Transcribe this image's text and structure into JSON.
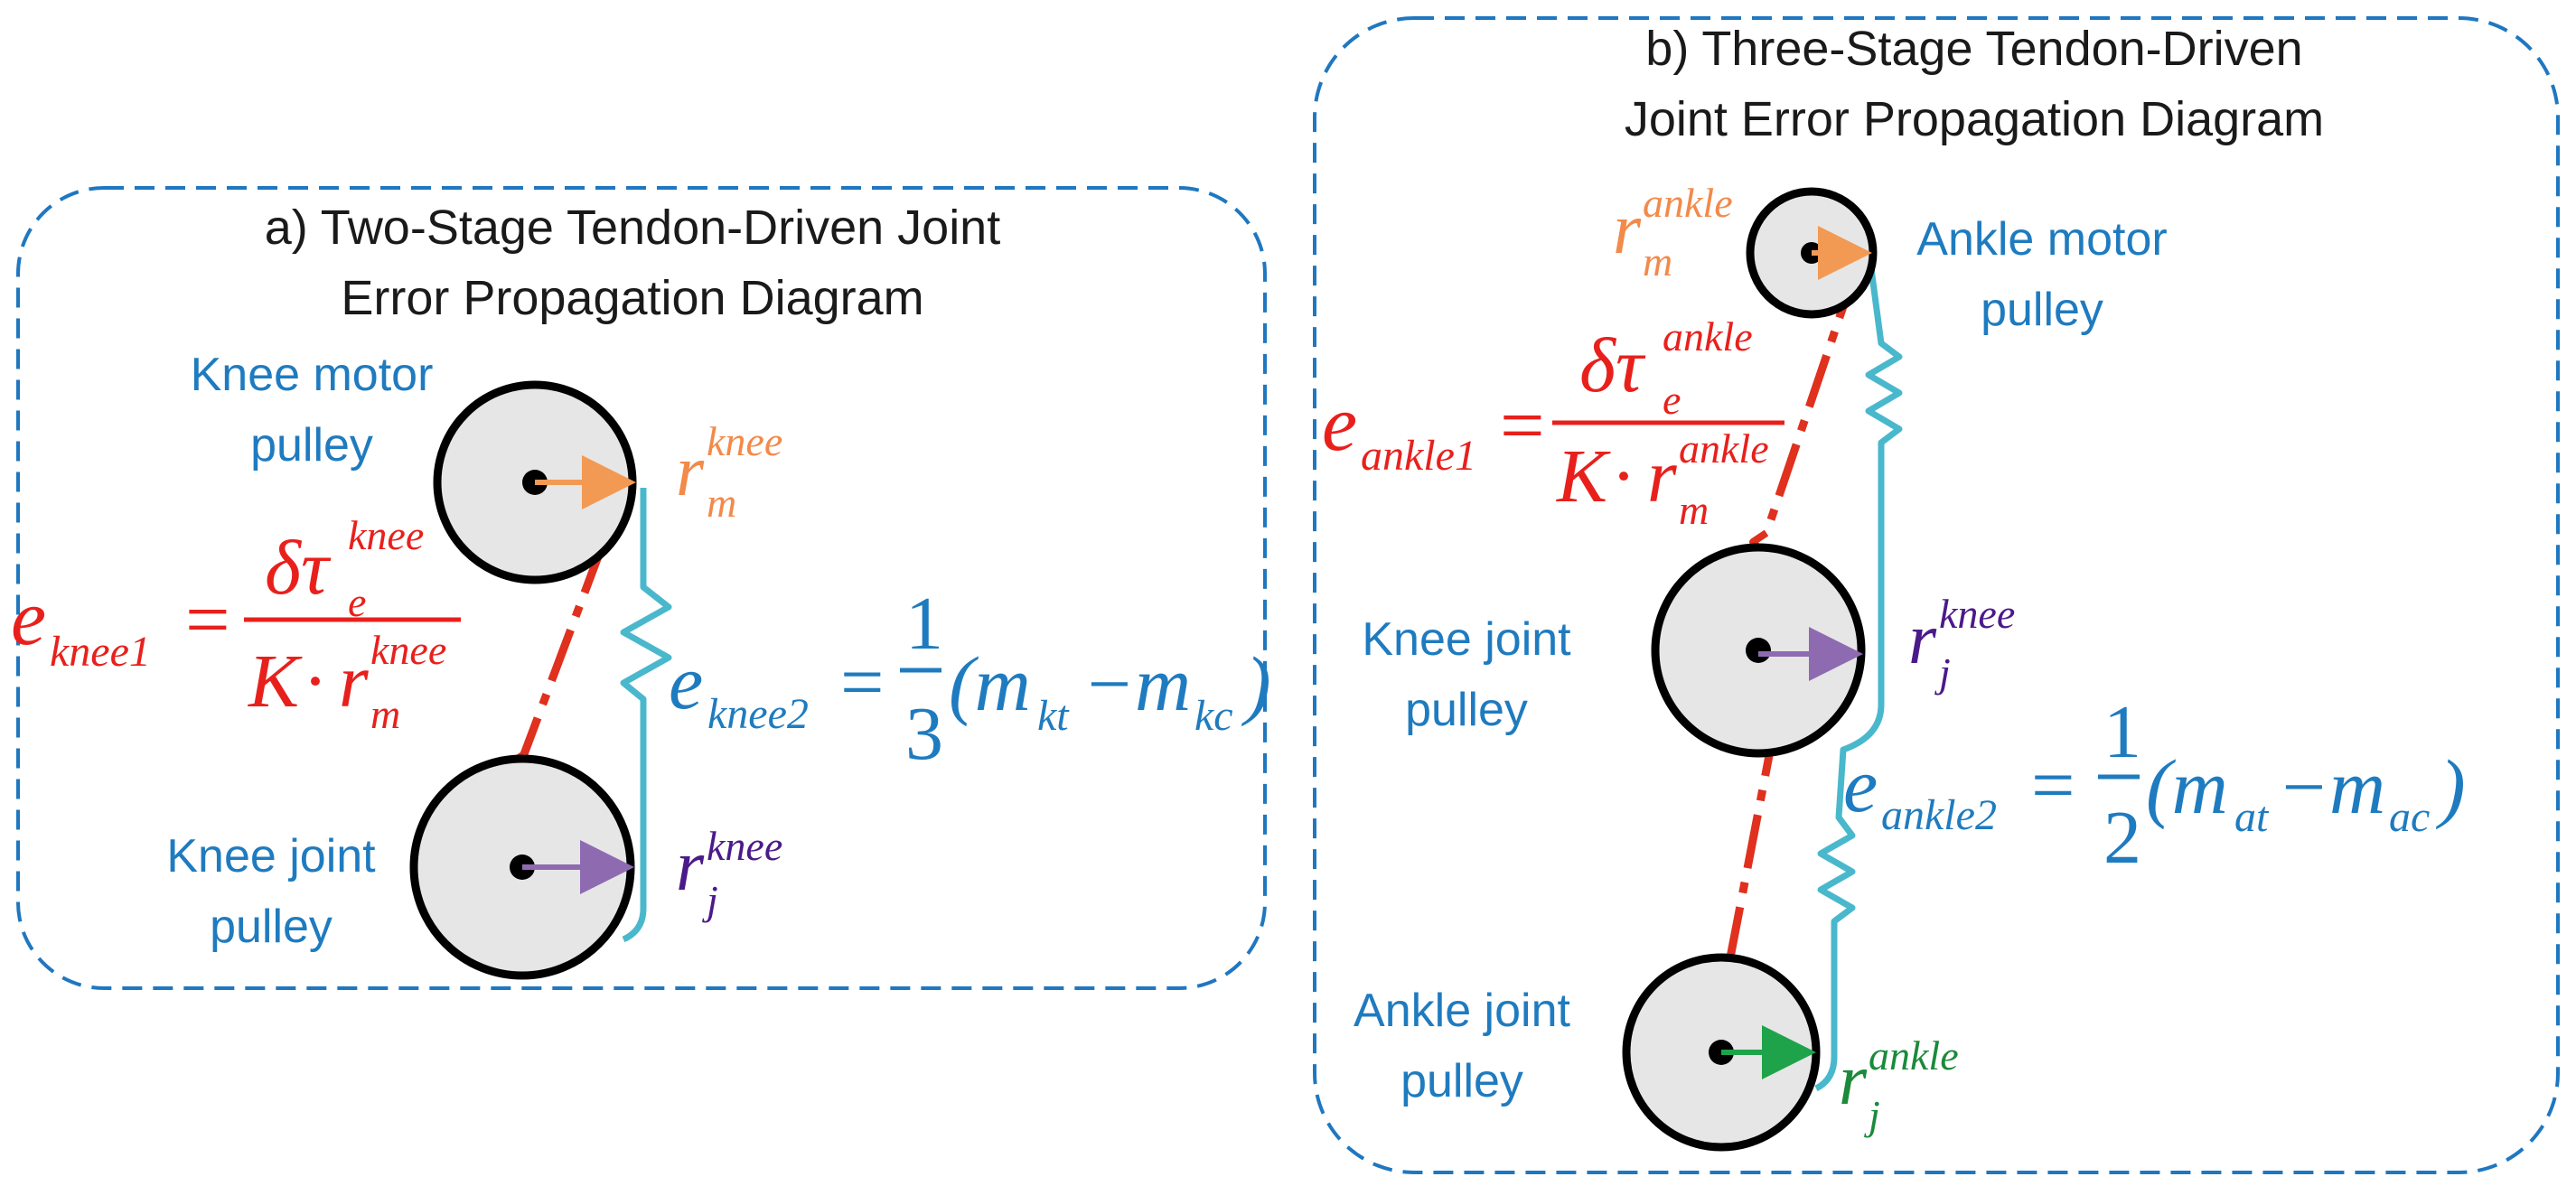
{
  "panel_a": {
    "title_line1": "a) Two-Stage Tendon-Driven Joint",
    "title_line2": "Error Propagation Diagram",
    "motor_label_1": "Knee motor",
    "motor_label_2": "pulley",
    "joint_label_1": "Knee joint",
    "joint_label_2": "pulley",
    "rm_base": "r",
    "rm_sub": "m",
    "rm_sup": "knee",
    "rj_base": "r",
    "rj_sub": "j",
    "rj_sup": "knee",
    "e1_base": "e",
    "e1_sub": "knee1",
    "e1_num_base": "δτ",
    "e1_num_sub": "e",
    "e1_num_sup": "knee",
    "e1_den_K": "K",
    "e1_den_dot": "·",
    "e1_den_base": "r",
    "e1_den_sub": "m",
    "e1_den_sup": "knee",
    "e2_base": "e",
    "e2_sub": "knee2",
    "e2_frac_num": "1",
    "e2_frac_den": "3",
    "e2_open": "(m",
    "e2_sub1": "kt",
    "e2_minus": "−m",
    "e2_sub2": "kc",
    "e2_close": ")"
  },
  "panel_b": {
    "title_line1": "b) Three-Stage Tendon-Driven",
    "title_line2": "Joint Error Propagation Diagram",
    "ankle_motor_label_1": "Ankle motor",
    "ankle_motor_label_2": "pulley",
    "knee_joint_label_1": "Knee joint",
    "knee_joint_label_2": "pulley",
    "ankle_joint_label_1": "Ankle joint",
    "ankle_joint_label_2": "pulley",
    "rm_base": "r",
    "rm_sub": "m",
    "rm_sup": "ankle",
    "rjk_base": "r",
    "rjk_sub": "j",
    "rjk_sup": "knee",
    "rja_base": "r",
    "rja_sub": "j",
    "rja_sup": "ankle",
    "e1_base": "e",
    "e1_sub": "ankle1",
    "e1_num_base": "δτ",
    "e1_num_sub": "e",
    "e1_num_sup": "ankle",
    "e1_den_K": "K",
    "e1_den_dot": "·",
    "e1_den_base": "r",
    "e1_den_sub": "m",
    "e1_den_sup": "ankle",
    "e2_base": "e",
    "e2_sub": "ankle2",
    "e2_frac_num": "1",
    "e2_frac_den": "2",
    "e2_open": "(m",
    "e2_sub1": "at",
    "e2_minus": "−m",
    "e2_sub2": "ac",
    "e2_close": ")"
  },
  "colors": {
    "border": "#1f77c0",
    "label_blue": "#1f7bbf",
    "formula_red": "#e8201c",
    "tendon_red": "#e0301e",
    "tendon_cyan": "#4ab8cc",
    "arrow_orange": "#f29a54",
    "arrow_purple": "#8e6bb1",
    "arrow_green": "#1fa34a",
    "text_purple": "#4b1a8a",
    "text_green": "#1b8a3a",
    "text_orange": "#f28a4a"
  }
}
